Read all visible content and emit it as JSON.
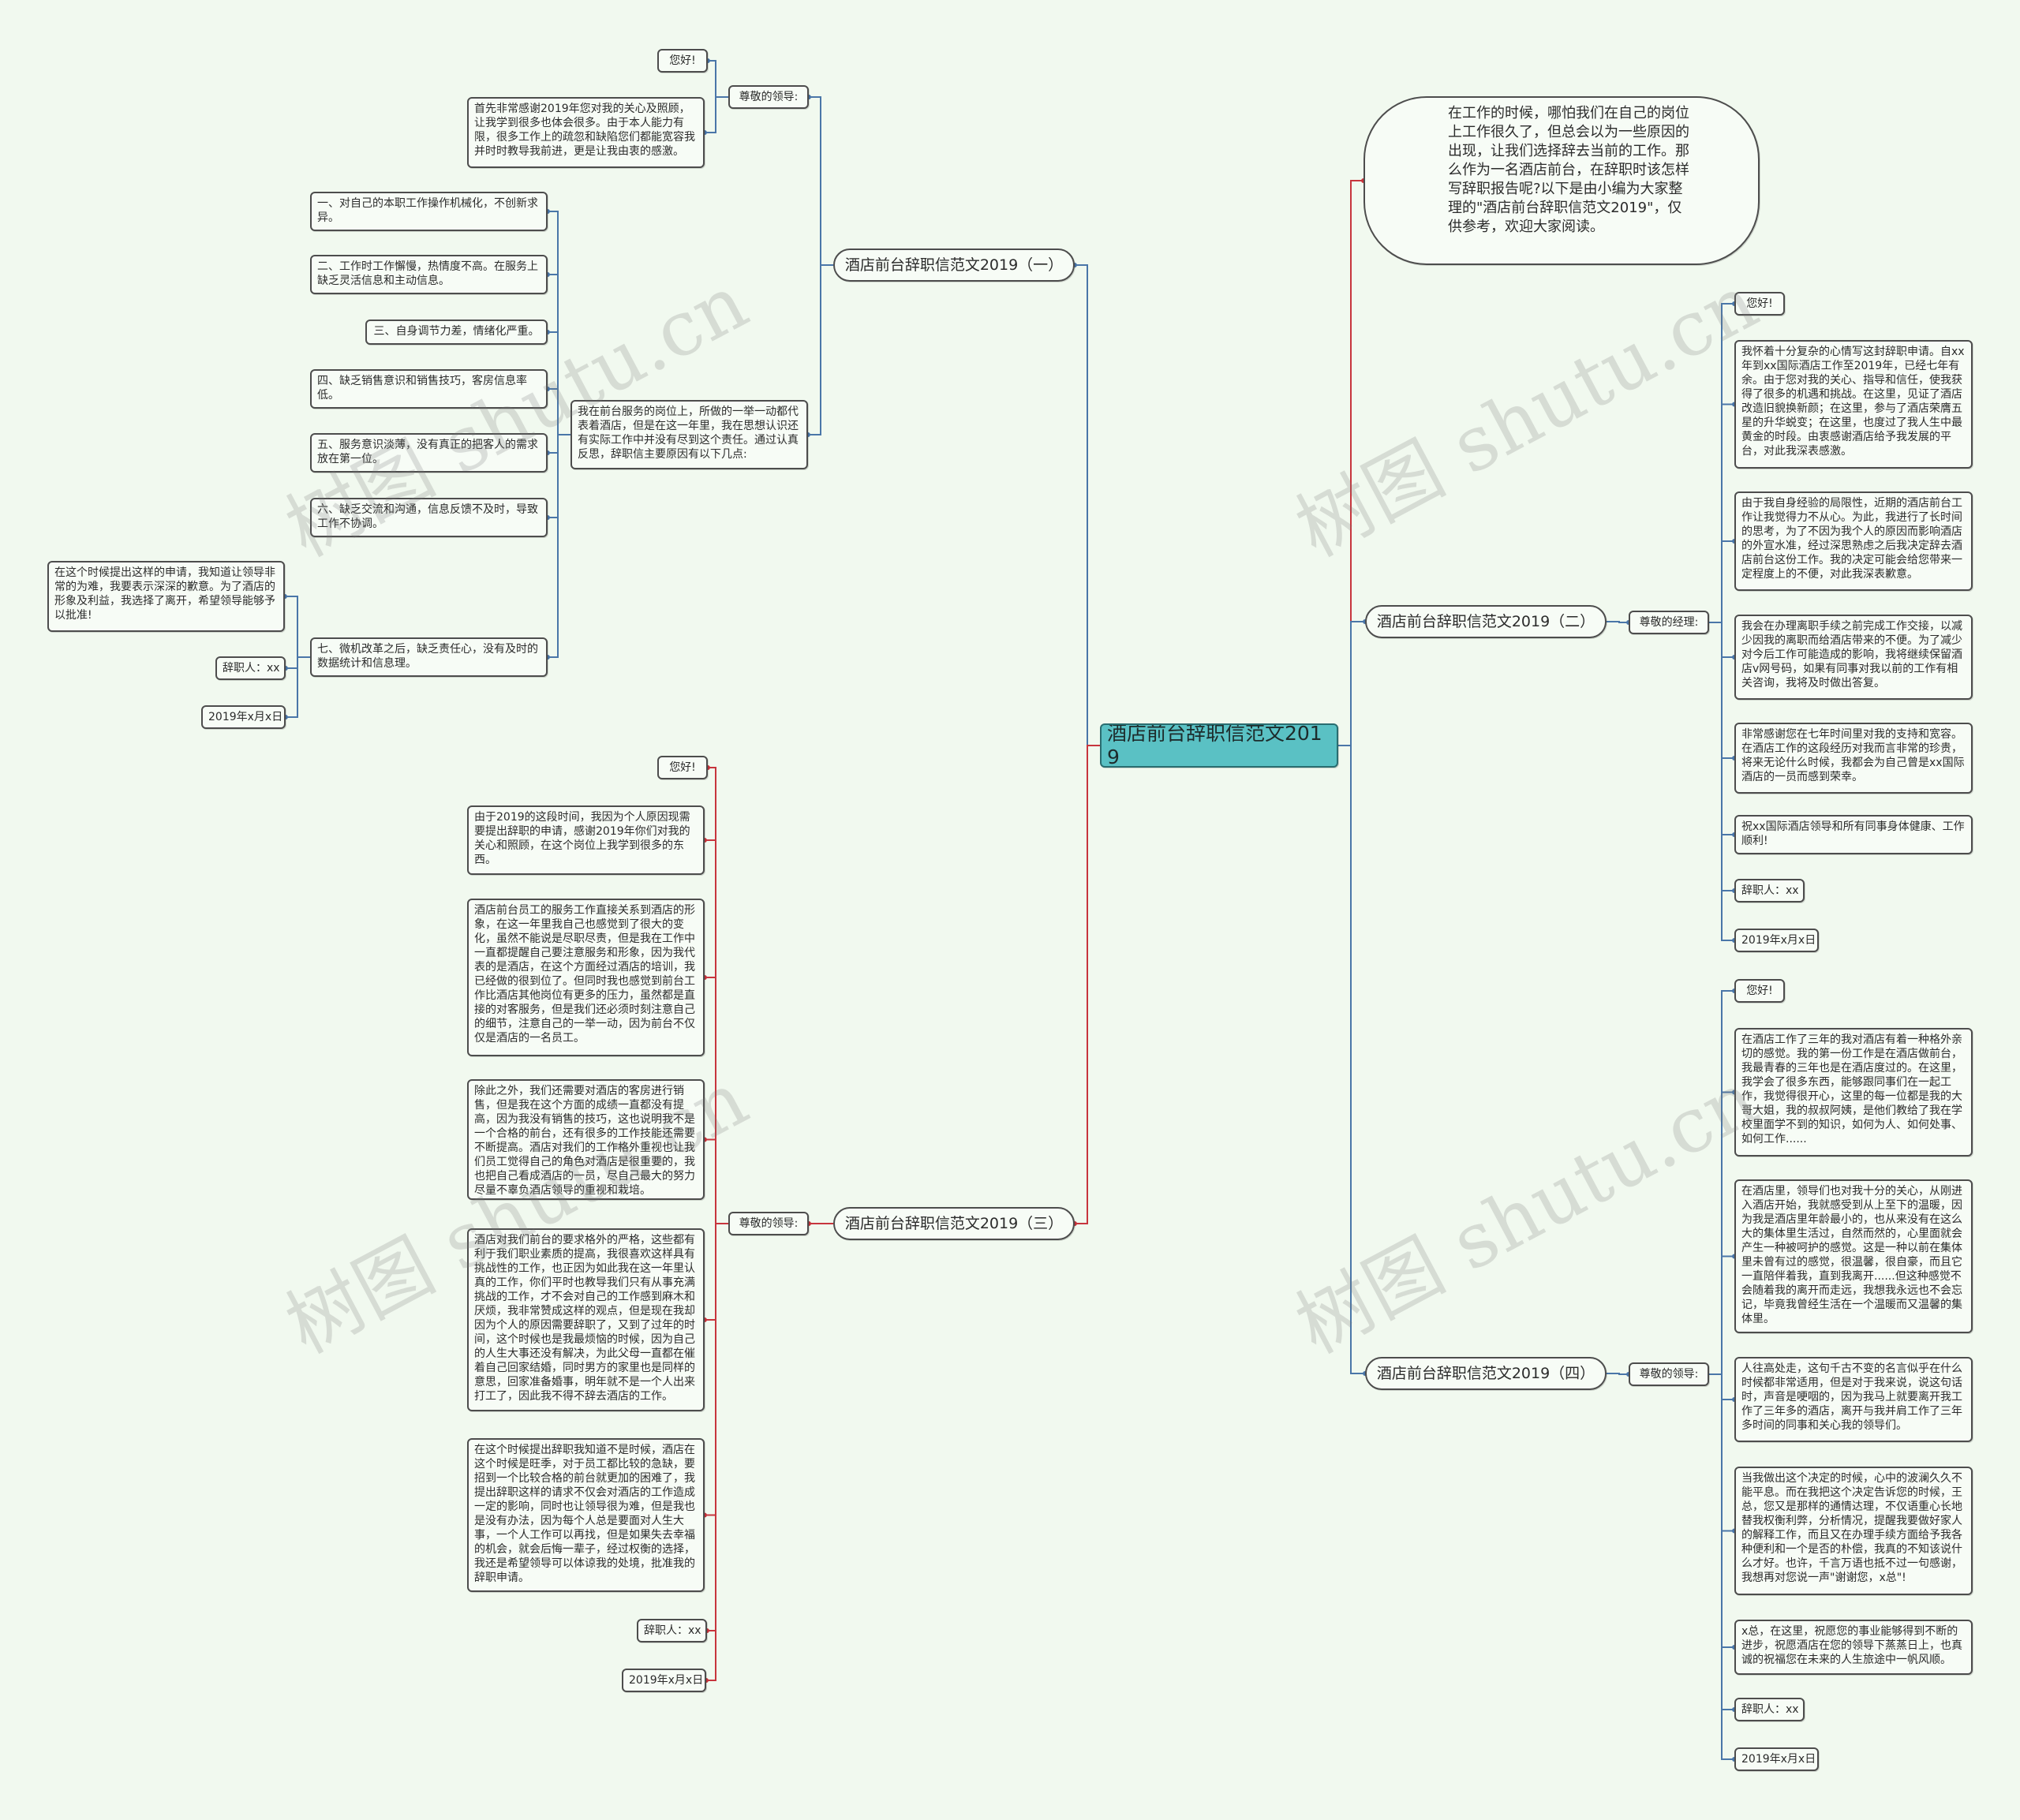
{
  "colors": {
    "background": "#f1f9ef",
    "root_fill": "#5ac1c4",
    "branch1": "#4a76a8",
    "branch2": "#4a76a8",
    "branch3": "#c7353d",
    "branch4": "#4a76a8",
    "intro": "#c7353d"
  },
  "root": {
    "label": "酒店前台辞职信范文2019"
  },
  "intro": {
    "text": "在工作的时候，哪怕我们在自己的岗位上工作很久了，但总会以为一些原因的出现，让我们选择辞去当前的工作。那么作为一名酒店前台，在辞职时该怎样写辞职报告呢?以下是由小编为大家整理的\"酒店前台辞职信范文2019\"，仅供参考，欢迎大家阅读。"
  },
  "branches": [
    {
      "label": "酒店前台辞职信范文2019（一）",
      "salutation": "尊敬的领导:",
      "greeting": "您好!",
      "thanks": "首先非常感谢2019年您对我的关心及照顾，让我学到很多也体会很多。由于本人能力有限，很多工作上的疏忽和缺陷您们都能宽容我并时时教导我前进，更是让我由衷的感激。",
      "reasons_intro": "我在前台服务的岗位上，所做的一举一动都代表着酒店，但是在这一年里，我在思想认识还有实际工作中并没有尽到这个责任。通过认真反思，辞职信主要原因有以下几点:",
      "reasons": [
        "一、对自己的本职工作操作机械化，不创新求异。",
        "二、工作时工作懈慢，热情度不高。在服务上缺乏灵活信息和主动信息。",
        "三、自身调节力差，情绪化严重。",
        "四、缺乏销售意识和销售技巧，客房信息率低。",
        "五、服务意识淡薄，没有真正的把客人的需求放在第一位。",
        "六、缺乏交流和沟通，信息反馈不及时，导致工作不协调。",
        "七、微机改革之后，缺乏责任心，没有及时的数据统计和信息理。"
      ],
      "closing": "在这个时候提出这样的申请，我知道让领导非常的为难，我要表示深深的歉意。为了酒店的形象及利益，我选择了离开，希望领导能够予以批准!",
      "signer": "辞职人：xx",
      "date": "2019年x月x日"
    },
    {
      "label": "酒店前台辞职信范文2019（二）",
      "salutation": "尊敬的经理:",
      "greeting": "您好!",
      "paragraphs": [
        "我怀着十分复杂的心情写这封辞职申请。自xx年到xx国际酒店工作至2019年，已经七年有余。由于您对我的关心、指导和信任，使我获得了很多的机遇和挑战。在这里，见证了酒店改造旧貌换新颜；在这里，参与了酒店荣膺五星的升华蜕变；在这里，也度过了我人生中最黄金的时段。由衷感谢酒店给予我发展的平台，对此我深表感激。",
        "由于我自身经验的局限性，近期的酒店前台工作让我觉得力不从心。为此，我进行了长时间的思考，为了不因为我个人的原因而影响酒店的外宣水准，经过深思熟虑之后我决定辞去酒店前台这份工作。我的决定可能会给您带来一定程度上的不便，对此我深表歉意。",
        "我会在办理离职手续之前完成工作交接，以减少因我的离职而给酒店带来的不便。为了减少对今后工作可能造成的影响，我将继续保留酒店v网号码，如果有同事对我以前的工作有相关咨询，我将及时做出答复。",
        "非常感谢您在七年时间里对我的支持和宽容。在酒店工作的这段经历对我而言非常的珍贵，将来无论什么时候，我都会为自己曾是xx国际酒店的一员而感到荣幸。",
        "祝xx国际酒店领导和所有同事身体健康、工作顺利!"
      ],
      "signer": "辞职人：xx",
      "date": "2019年x月x日"
    },
    {
      "label": "酒店前台辞职信范文2019（三）",
      "salutation": "尊敬的领导:",
      "greeting": "您好!",
      "paragraphs": [
        "由于2019的这段时间，我因为个人原因现需要提出辞职的申请，感谢2019年你们对我的关心和照顾，在这个岗位上我学到很多的东西。",
        "酒店前台员工的服务工作直接关系到酒店的形象，在这一年里我自己也感觉到了很大的变化，虽然不能说是尽职尽责，但是我在工作中一直都提醒自己要注意服务和形象，因为我代表的是酒店，在这个方面经过酒店的培训，我已经做的很到位了。但同时我也感觉到前台工作比酒店其他岗位有更多的压力，虽然都是直接的对客服务，但是我们还必须时刻注意自己的细节，注意自己的一举一动，因为前台不仅仅是酒店的一名员工。",
        "除此之外，我们还需要对酒店的客房进行销售，但是我在这个方面的成绩一直都没有提高，因为我没有销售的技巧，这也说明我不是一个合格的前台，还有很多的工作技能还需要不断提高。酒店对我们的工作格外重视也让我们员工觉得自己的角色对酒店是很重要的，我也把自己看成酒店的一员，尽自己最大的努力尽量不辜负酒店领导的重视和栽培。",
        "酒店对我们前台的要求格外的严格，这些都有利于我们职业素质的提高，我很喜欢这样具有挑战性的工作，也正因为如此我在这一年里认真的工作，你们平时也教导我们只有从事充满挑战的工作，才不会对自己的工作感到麻木和厌烦，我非常赞成这样的观点，但是现在我却因为个人的原因需要辞职了，又到了过年的时间，这个时候也是我最烦恼的时候，因为自己的人生大事还没有解决，为此父母一直都在催着自己回家结婚，同时男方的家里也是同样的意思，回家准备婚事，明年就不是一个人出来打工了，因此我不得不辞去酒店的工作。",
        "在这个时候提出辞职我知道不是时候，酒店在这个时候是旺季，对于员工都比较的急缺，要招到一个比较合格的前台就更加的困难了，我提出辞职这样的请求不仅会对酒店的工作造成一定的影响，同时也让领导很为难，但是我也是没有办法，因为每个人总是要面对人生大事，一个人工作可以再找，但是如果失去幸福的机会，就会后悔一辈子，经过权衡的选择，我还是希望领导可以体谅我的处境，批准我的辞职申请。"
      ],
      "signer": "辞职人：xx",
      "date": "2019年x月x日"
    },
    {
      "label": "酒店前台辞职信范文2019（四）",
      "salutation": "尊敬的领导:",
      "greeting": "您好!",
      "paragraphs": [
        "在酒店工作了三年的我对酒店有着一种格外亲切的感觉。我的第一份工作是在酒店做前台，我最青春的三年也是在酒店度过的。在这里，我学会了很多东西，能够跟同事们在一起工作，我觉得很开心，这里的每一位都是我的大哥大姐，我的叔叔阿姨，是他们教给了我在学校里面学不到的知识，如何为人、如何处事、如何工作......",
        "在酒店里，领导们也对我十分的关心，从刚进入酒店开始，我就感受到从上至下的温暖，因为我是酒店里年龄最小的，也从来没有在这么大的集体里生活过，自然而然的，心里面就会产生一种被呵护的感觉。这是一种以前在集体里未曾有过的感觉，很温馨，很自豪，而且它一直陪伴着我，直到我离开......但这种感觉不会随着我的离开而走远，我想我永远也不会忘记，毕竟我曾经生活在一个温暖而又温馨的集体里。",
        "人往高处走，这句千古不变的名言似乎在什么时候都非常适用，但是对于我来说，说这句话时，声音是哽咽的，因为我马上就要离开我工作了三年多的酒店，离开与我并肩工作了三年多时间的同事和关心我的领导们。",
        "当我做出这个决定的时候，心中的波澜久久不能平息。而在我把这个决定告诉您的时候，王总，您又是那样的通情达理，不仅语重心长地替我权衡利弊，分析情况，提醒我要做好家人的解释工作，而且又在办理手续方面给予我各种便利和一个是否的朴偿，我真的不知该说什么才好。也许，千言万语也抵不过一句感谢，我想再对您说一声\"谢谢您，x总\"!",
        "x总，在这里，祝愿您的事业能够得到不断的进步，祝愿酒店在您的领导下蒸蒸日上，也真诚的祝福您在未来的人生旅途中一帆风顺。"
      ],
      "signer": "辞职人：xx",
      "date": "2019年x月x日"
    }
  ],
  "watermarks": [
    "树图 shutu.cn",
    "树图 shutu.cn",
    "树图 shutu.cn",
    "树图 shutu.cn"
  ]
}
